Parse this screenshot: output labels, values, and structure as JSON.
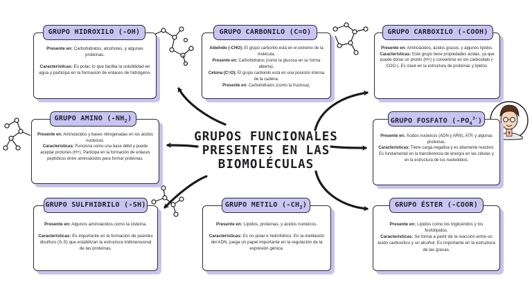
{
  "title": {
    "line1": "GRUPOS FUNCIONALES",
    "line2": "PRESENTES EN LAS",
    "line3": "BIOMOLÉCULAS"
  },
  "colors": {
    "pill_fill": "#c9c4f2",
    "card_shadow": "#c8c3ec",
    "outline": "#2a2a35"
  },
  "cards": {
    "hidroxilo": {
      "title": "GRUPO HIDROXILO (-OH)",
      "presente_label": "Presente en:",
      "presente_text": "Carbohidratos, alcoholes, y algunas proteínas.",
      "caract_label": "Características:",
      "caract_text": "Es polar, lo que facilita la solubilidad en agua y participa en la formación de enlaces de hidrógeno."
    },
    "carbonilo": {
      "title": "GRUPO CARBONILO (C=O)",
      "aldehido_label": "Aldehído (-CHO):",
      "aldehido_text": "El grupo carbonilo está en el extremo de la molécula.",
      "presente1_label": "Presente en:",
      "presente1_text": "Carbohidratos (como la glucosa en su forma abierta).",
      "cetona_label": "Cetona (C=O):",
      "cetona_text": "El grupo carbonilo está en una posición interna de la cadena.",
      "presente2_label": "Presente en:",
      "presente2_text": "Carbohidratos (como la fructosa)."
    },
    "carboxilo": {
      "title": "GRUPO CARBOXILO (-COOH)",
      "presente_label": "Presente en:",
      "presente_text": "Aminoácidos, ácidos grasos, y algunos lípidos.",
      "caract_label": "Características:",
      "caract_text": "Este grupo tiene propiedades ácidas, ya que puede donar un protón (H+) y convertirse en ion carboxilato (-COO-). Es clave en la estructura de proteínas y lípidos."
    },
    "amino": {
      "title_main": "GRUPO AMINO (-NH",
      "title_sub": "2",
      "title_end": ")",
      "presente_label": "Presente en:",
      "presente_text": "Aminoácidos y bases nitrogenadas en los ácidos nucleicos.",
      "caract_label": "Características:",
      "caract_text": "Funciona como una base débil y puede aceptar protones (H+). Participa en la formación de enlaces peptídicos entre aminoácidos para formar proteínas."
    },
    "fosfato": {
      "title_main": "GRUPO FOSFATO (-PO",
      "title_sub": "4",
      "title_sup": "3-",
      "title_end": ")",
      "presente_label": "Presente en:",
      "presente_text": "Ácidos nucleicos (ADN y ARN), ATP, y algunas proteínas.",
      "caract_label": "Características:",
      "caract_text": "Tiene carga negativa y es altamente reactivo. Es fundamental en la transferencia de energía en las células y en la estructura de los nucleótidos."
    },
    "sulfhidrilo": {
      "title": "GRUPO SULFHIDRILO (-SH)",
      "presente_label": "Presente en:",
      "presente_text": "Algunos aminoácidos como la cisteína.",
      "caract_label": "Características:",
      "caract_text": "Es importante en la formación de puentes disulfuro (S-S) que estabilizan la estructura tridimensional de las proteínas."
    },
    "metilo": {
      "title_main": "GRUPO METILO (-CH",
      "title_sub": "3",
      "title_end": ")",
      "presente_label": "Presente en:",
      "presente_text": "Lípidos, proteínas, y ácidos nucleicos.",
      "caract_label": "Características:",
      "caract_text": "Es no polar e hidrofóbico. En la metilación del ADN, juega un papel importante en la regulación de la expresión génica."
    },
    "ester": {
      "title": "GRUPO ÉSTER (-COOR)",
      "presente_label": "Presente en:",
      "presente_text": "Lípidos como los triglicéridos y los fosfolípidos.",
      "caract_label": "Características:",
      "caract_text": "Se forma a partir de la reacción entre un ácido carboxílico y un alcohol. Es importante en la estructura de las grasas."
    }
  },
  "icons": [
    "molecule-icon",
    "scientist-avatar",
    "curved-arrow"
  ]
}
